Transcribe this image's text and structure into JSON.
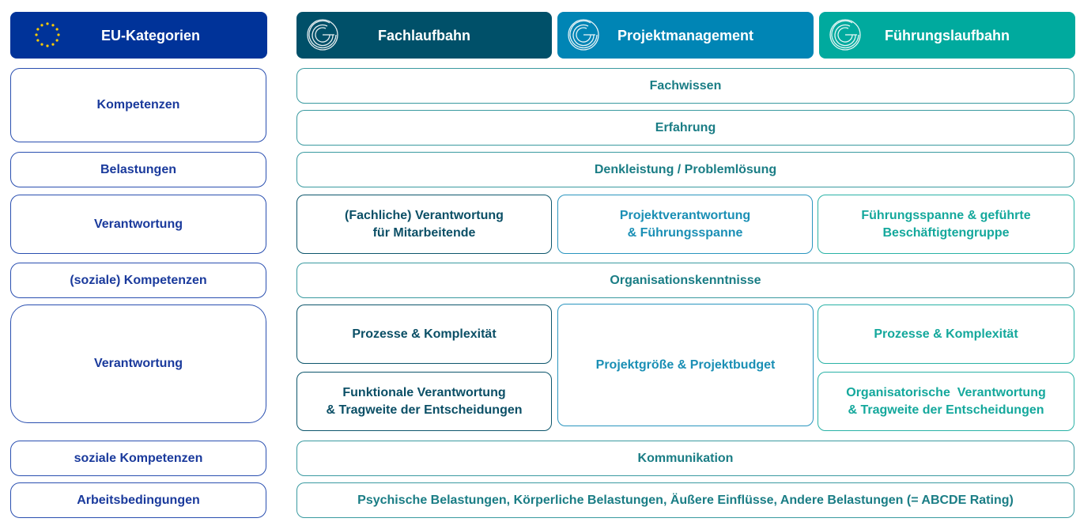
{
  "header": {
    "eu": "EU-Kategorien",
    "fach": "Fachlaufbahn",
    "projekt": "Projektmanagement",
    "fuehrung": "Führungslaufbahn"
  },
  "colors": {
    "eu": "#003399",
    "fach": "#005069",
    "projekt": "#0085b5",
    "fuehrung": "#00aa9e"
  },
  "left": [
    "Kompetenzen",
    "Belastungen",
    "Verantwortung",
    "(soziale) Kompetenzen",
    "Verantwortung",
    "soziale Kompetenzen",
    "Arbeitsbedingungen"
  ],
  "cells": {
    "fachwissen": "Fachwissen",
    "erfahrung": "Erfahrung",
    "denkleistung": "Denkleistung / Problemlösung",
    "fach_verantwortung_1": "(Fachliche) Verantwortung",
    "fach_verantwortung_2": "für Mitarbeitende",
    "projekt_verantwortung_1": "Projektverantwortung",
    "projekt_verantwortung_2": "& Führungsspanne",
    "fuehrung_verantwortung_1": "Führungsspanne & geführte",
    "fuehrung_verantwortung_2": "Beschäftigtengruppe",
    "organisation": "Organisationskenntnisse",
    "fach_prozesse": "Prozesse & Komplexität",
    "fach_funktional_1": "Funktionale Verantwortung",
    "fach_funktional_2": "& Tragweite der Entscheidungen",
    "projekt_groesse": "Projektgröße & Projektbudget",
    "fuehrung_prozesse": "Prozesse & Komplexität",
    "fuehrung_org_1": "Organisatorische  Verantwortung",
    "fuehrung_org_2": "& Tragweite der Entscheidungen",
    "kommunikation": "Kommunikation",
    "belastungen": "Psychische Belastungen, Körperliche Belastungen, Äußere Einflüsse, Andere Belastungen (= ABCDE Rating)"
  }
}
